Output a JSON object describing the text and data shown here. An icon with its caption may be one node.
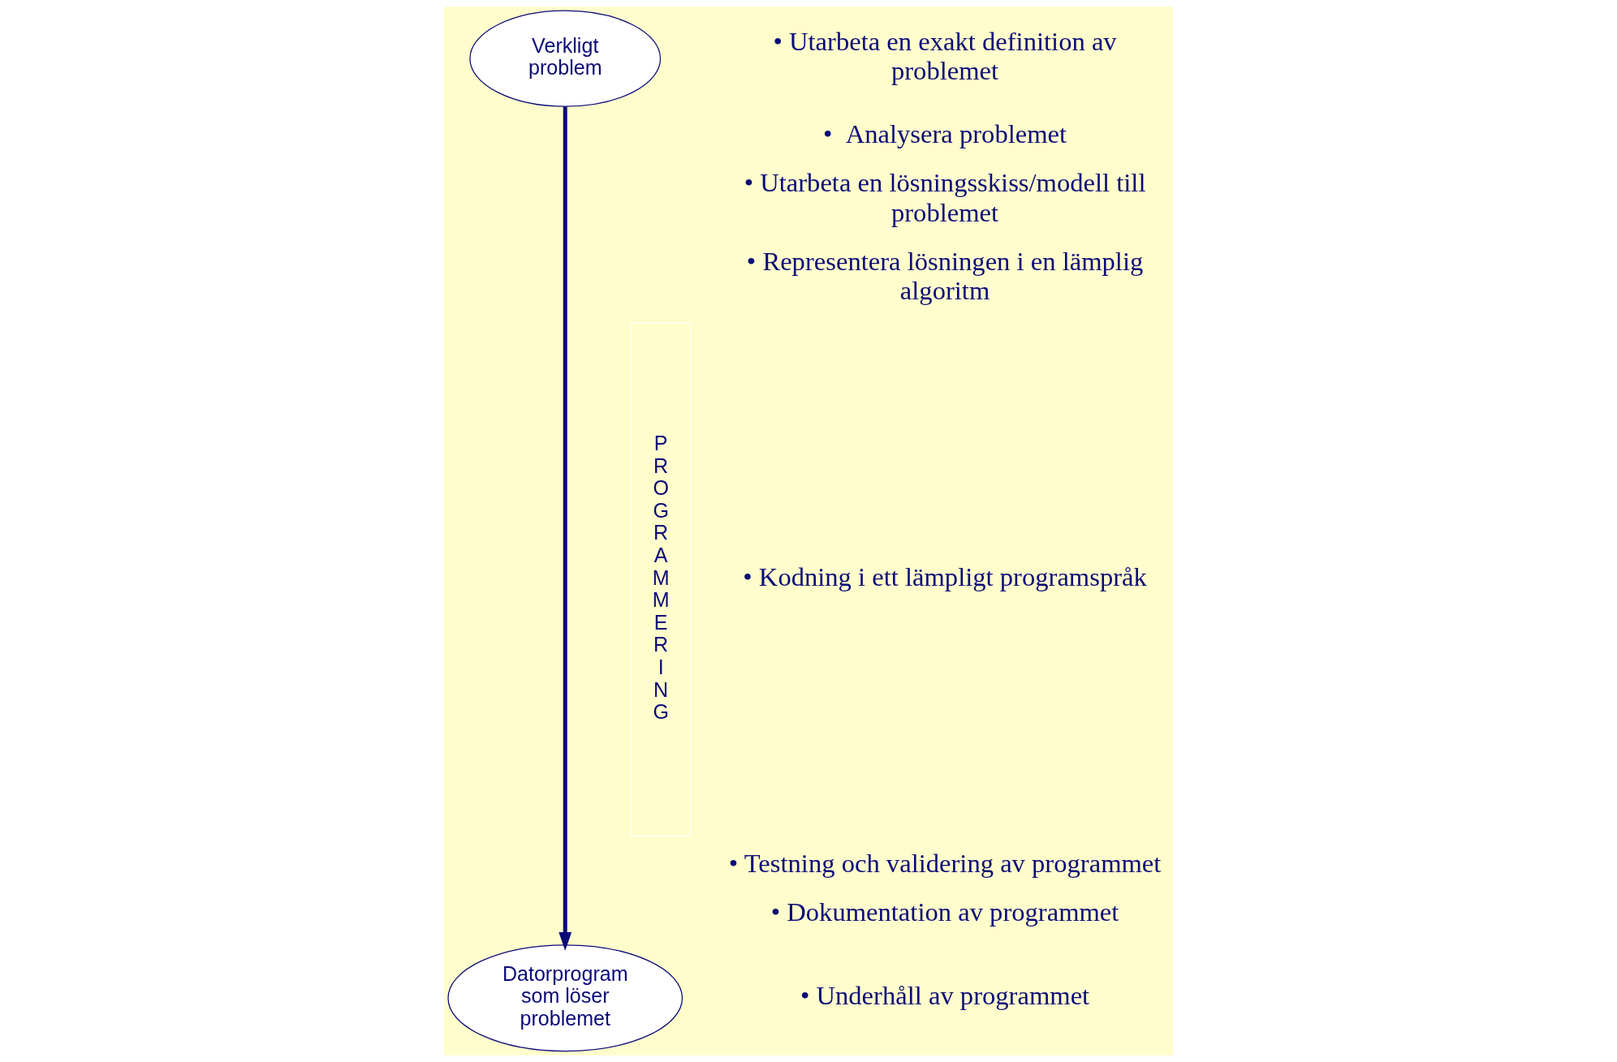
{
  "diagram": {
    "nodes": [
      {
        "text": [
          "Verkligt problem"
        ]
      },
      {
        "text": [
          "Datorprogram som löser problemet"
        ]
      },
      {
        "text": [
          "PROGRAMMERING"
        ]
      }
    ],
    "edges": [
      {
        "from": 0,
        "to": 1,
        "arrow": "to"
      }
    ],
    "labels": [
      "• Utarbeta en exakt definition av problemet",
      "•  Analysera problemet",
      "• Utarbeta en lösningsskiss/modell till problemet",
      "• Representera lösningen i en lämplig algoritm",
      "• Kodning i ett lämpligt programspråk",
      "• Testning och validering av programmet",
      "• Dokumentation av programmet",
      "• Underhåll av programmet"
    ]
  }
}
